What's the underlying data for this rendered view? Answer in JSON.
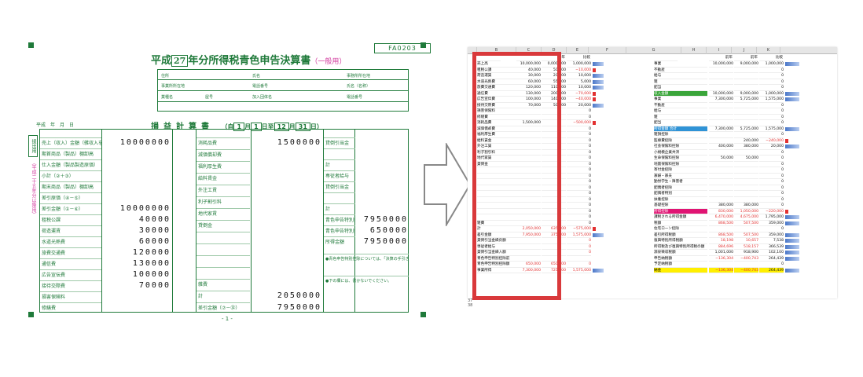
{
  "form": {
    "code": "FA0203",
    "title_pre": "平成",
    "title_year": "27",
    "title_post": "年分所得税青色申告決算書",
    "title_sub": "（一般用）",
    "header_labels": [
      "住所",
      "事業所所在地",
      "業種名",
      "屋号",
      "氏名",
      "電話番号",
      "加入団体名",
      "事務所所在地",
      "氏名（名称）",
      "電話番号"
    ],
    "date_label": "平成　年　月　日",
    "section_title": "損益計算書",
    "period_from_m": "1",
    "period_from_d": "1",
    "period_to_m": "12",
    "period_to_d": "31",
    "side_tab": "提出用",
    "side_note": "（平成二十五年分以降用）",
    "col1_rows": [
      "売上（収入）金額（雑収入を含む）",
      "期首商品（製品）棚卸高",
      "仕入金額（製品製造原価）",
      "小計（②＋③）",
      "期末商品（製品）棚卸高",
      "差引原価（④－⑤）",
      "差引金額（①－⑥）",
      "租税公課",
      "荷造運賃",
      "水道光熱費",
      "旅費交通費",
      "通信費",
      "広告宣伝費",
      "接待交際費",
      "損害保険料",
      "修繕費"
    ],
    "col1_amounts": [
      "10000000",
      "",
      "",
      "",
      "",
      "",
      "10000000",
      "40000",
      "30000",
      "60000",
      "120000",
      "130000",
      "100000",
      "70000",
      "",
      ""
    ],
    "col2_rows": [
      "消耗品費",
      "減価償却費",
      "福利厚生費",
      "給料賃金",
      "外注工賃",
      "利子割引料",
      "地代家賃",
      "貸倒金",
      "",
      "",
      "",
      "",
      "雑費",
      "計",
      "差引金額（⑦－㉜）"
    ],
    "col2_amounts": [
      "1500000",
      "",
      "",
      "",
      "",
      "",
      "",
      "",
      "",
      "",
      "",
      "",
      "",
      "2050000",
      "7950000"
    ],
    "col3_rows": [
      "貸倒引当金",
      "",
      "計",
      "専従者給与",
      "貸倒引当金",
      "",
      "計",
      "青色申告特別控除前の所得金額",
      "青色申告特別控除額",
      "所得金額"
    ],
    "col3_amounts": [
      "",
      "",
      "",
      "",
      "",
      "",
      "",
      "7950000",
      "650000",
      "7950000"
    ],
    "note1": "●青色申告特別控除については、「決算の手引き」の「青色申告特別控除」の項を読んでください。",
    "note2": "●下の欄には、書かないでください。",
    "page_no": "- 1 -"
  },
  "sheet": {
    "col_headers": [
      "",
      "B",
      "C",
      "D",
      "E",
      "F",
      "G",
      "H",
      "I",
      "J",
      "K"
    ],
    "left_head": [
      "",
      "",
      "前年",
      "比較"
    ],
    "left_rows": [
      [
        "売上高",
        "10,000,000",
        "0,000,000",
        "1,000,000"
      ],
      [
        "租税公課",
        "40,000",
        "50,000",
        "−10,000"
      ],
      [
        "荷造運賃",
        "30,000",
        "20,000",
        "10,000"
      ],
      [
        "水道光熱費",
        "60,000",
        "55,000",
        "5,000"
      ],
      [
        "旅費交通費",
        "120,000",
        "110,000",
        "10,000"
      ],
      [
        "通信費",
        "130,000",
        "200,000",
        "−70,000"
      ],
      [
        "広告宣伝費",
        "100,000",
        "140,000",
        "−40,000"
      ],
      [
        "接待交際費",
        "70,000",
        "50,000",
        "20,000"
      ],
      [
        "損害保険料",
        "",
        "",
        "0"
      ],
      [
        "修繕費",
        "",
        "",
        "0"
      ],
      [
        "消耗品費",
        "1,500,000",
        "",
        "−500,000"
      ],
      [
        "減価償却費",
        "",
        "",
        "0"
      ],
      [
        "福利厚生費",
        "",
        "",
        "0"
      ],
      [
        "給料賃金",
        "",
        "",
        "0"
      ],
      [
        "外注工賃",
        "",
        "",
        "0"
      ],
      [
        "利子割引料",
        "",
        "",
        "0"
      ],
      [
        "地代家賃",
        "",
        "",
        "0"
      ],
      [
        "貸倒金",
        "",
        "",
        "0"
      ],
      [
        "",
        "",
        "",
        "0"
      ],
      [
        "",
        "",
        "",
        "0"
      ],
      [
        "",
        "",
        "",
        "0"
      ],
      [
        "",
        "",
        "",
        "0"
      ],
      [
        "",
        "",
        "",
        "0"
      ],
      [
        "",
        "",
        "",
        "0"
      ],
      [
        "",
        "",
        "",
        "0"
      ],
      [
        "",
        "",
        "",
        "0"
      ],
      [
        "",
        "",
        "",
        "0"
      ],
      [
        "雑費",
        "",
        "",
        "0"
      ],
      [
        "計",
        "2,050,000",
        "635,000",
        "−575,000"
      ],
      [
        "差引金額",
        "7,950,000",
        "375,000",
        "1,575,000"
      ],
      [
        "貸倒引当金繰戻額",
        "",
        "",
        "0"
      ],
      [
        "専従者給与",
        "",
        "",
        "0"
      ],
      [
        "貸倒引当金繰入額",
        "",
        "",
        "0"
      ],
      [
        "青色申告特別控除前",
        "",
        "",
        ""
      ],
      [
        "青色申告特別控除額",
        "650,000",
        "650,000",
        "0"
      ],
      [
        "事業所得",
        "7,300,000",
        "725,000",
        "1,575,000"
      ]
    ],
    "right_head": [
      "",
      "前年",
      "前年",
      "比較"
    ],
    "right_rows": [
      [
        "事業",
        "10,000,000",
        "9,000,000",
        "1,000,000"
      ],
      [
        "不動産",
        "",
        "",
        "0"
      ],
      [
        "給与",
        "",
        "",
        "0"
      ],
      [
        "雑",
        "",
        "",
        "0"
      ],
      [
        "配当",
        "",
        "",
        "0"
      ],
      [
        "収入金額",
        "10,000,000",
        "9,000,000",
        "1,000,000"
      ],
      [
        "事業",
        "7,300,000",
        "5,725,000",
        "1,575,000"
      ],
      [
        "不動産",
        "",
        "",
        "0"
      ],
      [
        "給与",
        "",
        "",
        "0"
      ],
      [
        "雑",
        "",
        "",
        "0"
      ],
      [
        "配当",
        "",
        "",
        "0"
      ],
      [
        "所得金額 合計",
        "7,300,000",
        "5,725,000",
        "1,575,000"
      ],
      [
        "雑損控除",
        "",
        "",
        "0"
      ],
      [
        "医療費控除",
        "",
        "240,000",
        "−240,000"
      ],
      [
        "社会保険料控除",
        "400,000",
        "380,000",
        "20,000"
      ],
      [
        "小規模企業共済",
        "",
        "",
        "0"
      ],
      [
        "生命保険料控除",
        "50,000",
        "50,000",
        "0"
      ],
      [
        "地震保険料控除",
        "",
        "",
        "0"
      ],
      [
        "寄付金控除",
        "",
        "",
        "0"
      ],
      [
        "寡婦・寡夫",
        "",
        "",
        "0"
      ],
      [
        "勤労学生・障害者",
        "",
        "",
        "0"
      ],
      [
        "配偶者控除",
        "",
        "",
        "0"
      ],
      [
        "配偶者特別",
        "",
        "",
        "0"
      ],
      [
        "扶養控除",
        "",
        "",
        "0"
      ],
      [
        "基礎控除",
        "380,000",
        "380,000",
        "0"
      ],
      [
        "所得控除",
        "830,000",
        "1,050,000",
        "−220,000"
      ],
      [
        "課税される所得金額",
        "6,470,000",
        "4,675,000",
        "1,795,000"
      ],
      [
        "税額",
        "868,500",
        "507,500",
        "359,000"
      ],
      [
        "住宅ローン控除",
        "",
        "",
        "0"
      ],
      [
        "差引所得税額",
        "868,500",
        "507,500",
        "359,000"
      ],
      [
        "復興特別所得税額",
        "18,198",
        "10,657",
        "7,538"
      ],
      [
        "所得税及び復興特別所得税の額",
        "884,696",
        "518,157",
        "366,539"
      ],
      [
        "源泉徴収税額",
        "1,001,000",
        "918,900",
        "102,100"
      ],
      [
        "申告納税額",
        "−136,304",
        "−400,743",
        "264,439"
      ],
      [
        "予定納税額",
        "",
        "",
        "0"
      ],
      [
        "納金",
        "−136,304",
        "−400,743",
        "264,439"
      ]
    ],
    "row_numbers": [
      "37",
      "38"
    ]
  },
  "colors": {
    "form_green": "#1f7a3a",
    "accent_pink": "#d23b9e",
    "highlight_red": "#d9393b"
  }
}
